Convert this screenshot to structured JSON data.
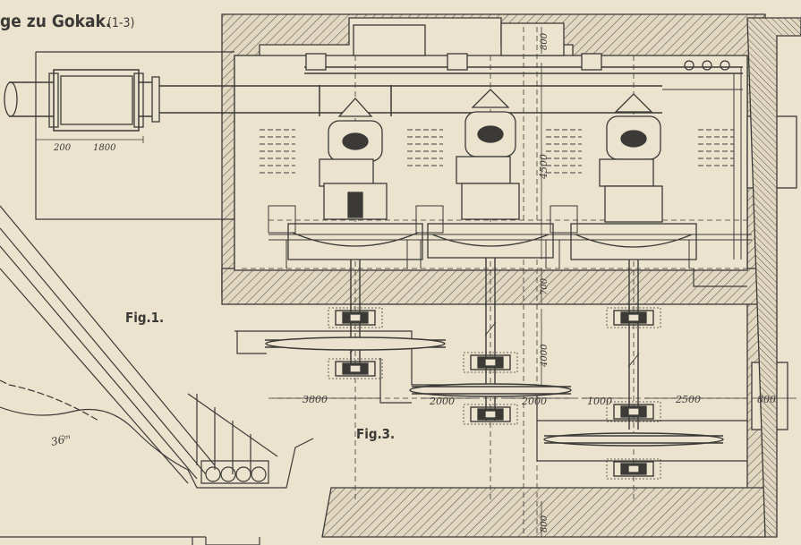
{
  "title": "ge zu Gokak.",
  "title_suffix": "(1-3)",
  "figures": {
    "fig1": "Fig.1.",
    "fig3": "Fig.3."
  },
  "dims": {
    "d_200": "200",
    "d_1800": "1800",
    "d_800_top": "800",
    "d_4500": "4500",
    "d_700": "700",
    "d_4000": "4000",
    "d_3800": "3800",
    "d_2000_a": "2000",
    "d_2000_b": "2000",
    "d_1000": "1000",
    "d_2500": "2500",
    "d_800_right": "800",
    "d_800_bottom": "800",
    "d_36m": "36ᵐ"
  },
  "colors": {
    "paper": "#ece3cf",
    "ink": "#3b3a37"
  }
}
